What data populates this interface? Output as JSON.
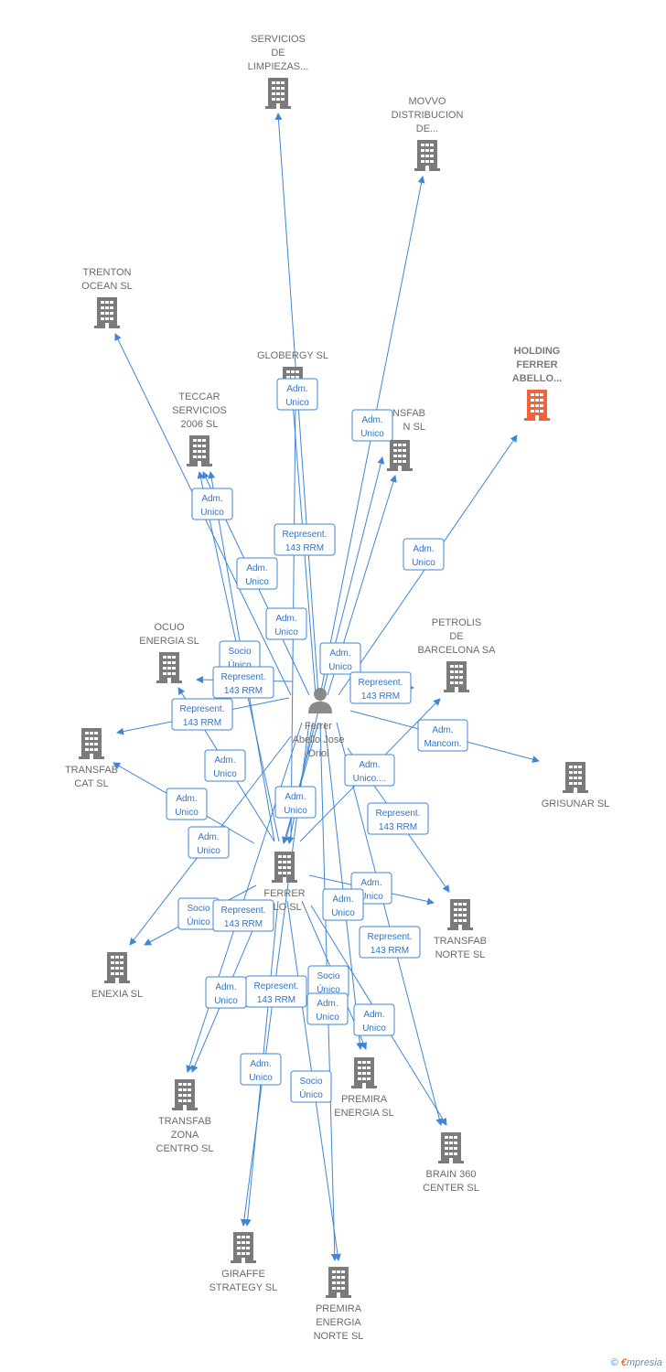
{
  "colors": {
    "edge": "#3f86d6",
    "building": "#7b7b7b",
    "highlight": "#f0643a",
    "person": "#8a8a8a"
  },
  "person": {
    "lines": [
      "Ferrer",
      "Abello Jose",
      "Oriol"
    ],
    "icon": "person-icon"
  },
  "companies": [
    {
      "id": "servicios",
      "lines": [
        "SERVICIOS",
        "DE",
        "LIMPIEZAS..."
      ]
    },
    {
      "id": "movvo",
      "lines": [
        "MOVVO",
        "DISTRIBUCION",
        "DE..."
      ]
    },
    {
      "id": "trenton",
      "lines": [
        "TRENTON",
        "OCEAN  SL"
      ]
    },
    {
      "id": "globergy",
      "lines": [
        "GLOBERGY  SL"
      ]
    },
    {
      "id": "holding",
      "lines": [
        "HOLDING",
        "FERRER",
        "ABELLO..."
      ],
      "highlight": true
    },
    {
      "id": "teccar",
      "lines": [
        "TECCAR",
        "SERVICIOS",
        "2006 SL"
      ]
    },
    {
      "id": "transfab-sl",
      "lines": [
        "NSFAB",
        "N  SL"
      ]
    },
    {
      "id": "ocuo",
      "lines": [
        "OCUO",
        "ENERGIA  SL"
      ]
    },
    {
      "id": "petrolis",
      "lines": [
        "PETROLIS",
        "DE",
        "BARCELONA SA"
      ]
    },
    {
      "id": "transfab-cat",
      "lines": [
        "TRANSFAB",
        "CAT  SL"
      ]
    },
    {
      "id": "grisunar",
      "lines": [
        "GRISUNAR  SL"
      ]
    },
    {
      "id": "ferrer-abello",
      "lines": [
        "FERRER",
        "LLO SL"
      ]
    },
    {
      "id": "transfab-norte",
      "lines": [
        "TRANSFAB",
        "NORTE  SL"
      ]
    },
    {
      "id": "enexia",
      "lines": [
        "ENEXIA  SL"
      ]
    },
    {
      "id": "premira",
      "lines": [
        "PREMIRA",
        "ENERGIA SL"
      ]
    },
    {
      "id": "transfab-zona",
      "lines": [
        "TRANSFAB",
        "ZONA",
        "CENTRO  SL"
      ]
    },
    {
      "id": "brain360",
      "lines": [
        "BRAIN 360",
        "CENTER  SL"
      ]
    },
    {
      "id": "giraffe",
      "lines": [
        "GIRAFFE",
        "STRATEGY  SL"
      ]
    },
    {
      "id": "premira-norte",
      "lines": [
        "PREMIRA",
        "ENERGIA",
        "NORTE  SL"
      ]
    }
  ],
  "relations": [
    {
      "id": "r1",
      "lines": [
        "Adm.",
        "Unico"
      ]
    },
    {
      "id": "r2",
      "lines": [
        "Adm.",
        "Unico"
      ]
    },
    {
      "id": "r3",
      "lines": [
        "Adm.",
        "Unico"
      ]
    },
    {
      "id": "r4",
      "lines": [
        "Represent.",
        "143 RRM"
      ]
    },
    {
      "id": "r5",
      "lines": [
        "Adm.",
        "Unico"
      ]
    },
    {
      "id": "r6",
      "lines": [
        "Adm.",
        "Unico"
      ]
    },
    {
      "id": "r7",
      "lines": [
        "Adm.",
        "Unico"
      ]
    },
    {
      "id": "r8",
      "lines": [
        "Socio",
        "Único"
      ]
    },
    {
      "id": "r9",
      "lines": [
        "Represent.",
        "143 RRM"
      ]
    },
    {
      "id": "r10",
      "lines": [
        "Adm.",
        "Unico"
      ]
    },
    {
      "id": "r11",
      "lines": [
        "Represent.",
        "143 RRM"
      ]
    },
    {
      "id": "r12",
      "lines": [
        "Represent.",
        "143 RRM"
      ]
    },
    {
      "id": "r13",
      "lines": [
        "Adm.",
        "Mancom."
      ]
    },
    {
      "id": "r14",
      "lines": [
        "Adm.",
        "Unico"
      ]
    },
    {
      "id": "r15",
      "lines": [
        "Adm.",
        "Unico...."
      ]
    },
    {
      "id": "r16",
      "lines": [
        "Adm.",
        "Unico"
      ]
    },
    {
      "id": "r17",
      "lines": [
        "Adm.",
        "Unico"
      ]
    },
    {
      "id": "r18",
      "lines": [
        "Represent.",
        "143 RRM"
      ]
    },
    {
      "id": "r19",
      "lines": [
        "Adm.",
        "Unico"
      ]
    },
    {
      "id": "r20",
      "lines": [
        "Adm.",
        "Unico"
      ]
    },
    {
      "id": "r21",
      "lines": [
        "Adm.",
        "Unico"
      ]
    },
    {
      "id": "r22",
      "lines": [
        "Socio",
        "Único"
      ]
    },
    {
      "id": "r23",
      "lines": [
        "Represent.",
        "143 RRM"
      ]
    },
    {
      "id": "r24",
      "lines": [
        "Represent.",
        "143 RRM"
      ]
    },
    {
      "id": "r25",
      "lines": [
        "Adm.",
        "Unico"
      ]
    },
    {
      "id": "r26",
      "lines": [
        "Represent.",
        "143 RRM"
      ]
    },
    {
      "id": "r27",
      "lines": [
        "Socio",
        "Único"
      ]
    },
    {
      "id": "r28",
      "lines": [
        "Adm.",
        "Unico"
      ]
    },
    {
      "id": "r29",
      "lines": [
        "Adm.",
        "Unico"
      ]
    },
    {
      "id": "r30",
      "lines": [
        "Adm.",
        "Unico"
      ]
    },
    {
      "id": "r31",
      "lines": [
        "Socio",
        "Único"
      ]
    }
  ],
  "brand": {
    "copyright": "©",
    "e": "€",
    "rest": "mpresia"
  }
}
